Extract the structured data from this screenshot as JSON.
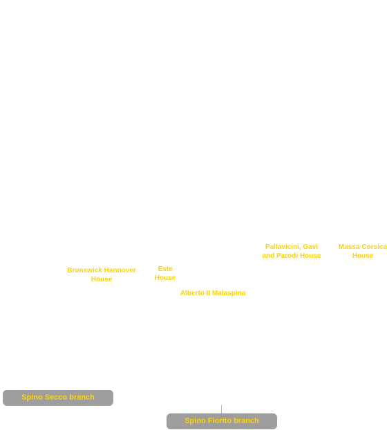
{
  "houses": {
    "brunswick": "Brunswick Hannover\nHouse",
    "este": "Este\nHouse",
    "pallavicini": "Pallavicini, Gavi\nand Parodi House",
    "massa": "Massa Corsica\nHouse"
  },
  "person": "Alberto II Malaspina",
  "branches": {
    "secco": "Spino Secco branch",
    "fiorito": "Spino Fiorito branch"
  },
  "colors": {
    "label_text": "#ffd400",
    "branch_fill": "#9e9e9e",
    "background": "#ffffff"
  }
}
